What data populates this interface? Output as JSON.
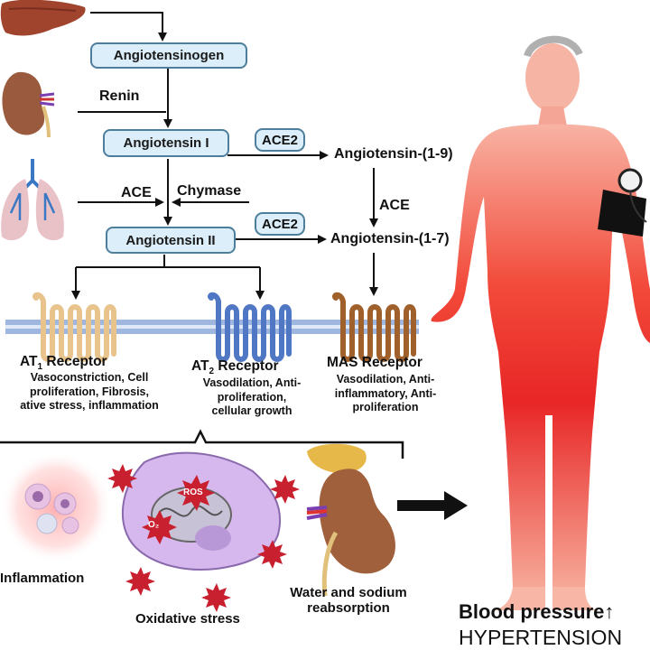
{
  "pathway": {
    "angiotensinogen": "Angiotensinogen",
    "renin": "Renin",
    "angiotensin_i": "Angiotensin I",
    "ace2_top": "ACE2",
    "angiotensin_1_9": "Angiotensin-(1-9)",
    "ace_left": "ACE",
    "chymase": "Chymase",
    "ace_right": "ACE",
    "angiotensin_ii": "Angiotensin II",
    "ace2_bottom": "ACE2",
    "angiotensin_1_7": "Angiotensin-(1-7)"
  },
  "receptors": {
    "at1": {
      "prefix": "AT",
      "sub": "1",
      "suffix": " Receptor",
      "effects": [
        "Vasoconstriction, Cell",
        "proliferation, Fibrosis,",
        "ative stress, inflammation"
      ]
    },
    "at2": {
      "prefix": "AT",
      "sub": "2",
      "suffix": " Receptor",
      "effects": [
        "Vasodilation, Anti-",
        "proliferation,",
        "cellular growth"
      ]
    },
    "mas": {
      "title": "MAS Receptor",
      "effects": [
        "Vasodilation, Anti-",
        "inflammatory, Anti-",
        "proliferation"
      ]
    }
  },
  "outcomes": {
    "inflammation": "Inflammation",
    "oxidative_stress": "Oxidative stress",
    "water_sodium": [
      "Water and sodium",
      "reabsorption"
    ],
    "ros": "ROS",
    "o2_label": "O₂"
  },
  "result": {
    "blood_pressure": "Blood pressure↑",
    "hypertension": "HYPERTENSION"
  },
  "colors": {
    "box_fill": "#dbeefa",
    "box_border": "#4d7f9c",
    "membrane": "#9fb6de",
    "at1_receptor": "#e8c48c",
    "at2_receptor": "#4f77c4",
    "mas_receptor": "#a0602c",
    "body_red": "#ea2a2a",
    "body_light": "#f8b7a6",
    "cell_purple": "#d6b7ee",
    "ros_star": "#c8202f"
  }
}
